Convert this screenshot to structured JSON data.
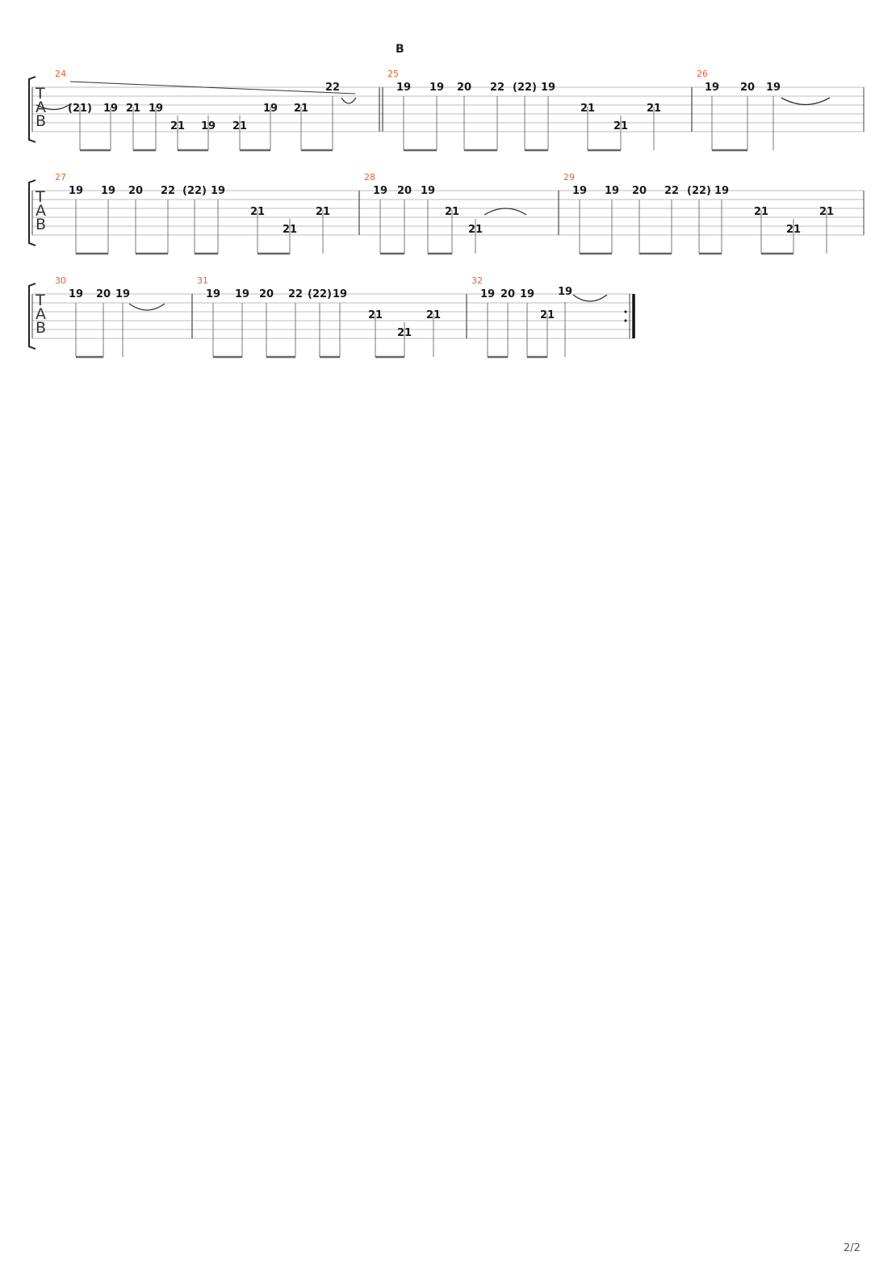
{
  "section_label": "B",
  "page_number": "2/2",
  "tab_clef": [
    "T",
    "A",
    "B"
  ],
  "systems": [
    {
      "measures": [
        {
          "number": "24",
          "notes": [
            {
              "fret": "(21)",
              "string": 2
            },
            {
              "fret": "19",
              "string": 2
            },
            {
              "fret": "21",
              "string": 2
            },
            {
              "fret": "19",
              "string": 2
            },
            {
              "fret": "21",
              "string": 3
            },
            {
              "fret": "19",
              "string": 3
            },
            {
              "fret": "21",
              "string": 3
            },
            {
              "fret": "19",
              "string": 2
            },
            {
              "fret": "21",
              "string": 2
            },
            {
              "fret": "22",
              "string": 1
            }
          ]
        },
        {
          "number": "25",
          "notes": [
            {
              "fret": "19",
              "string": 1
            },
            {
              "fret": "19",
              "string": 1
            },
            {
              "fret": "20",
              "string": 1
            },
            {
              "fret": "22",
              "string": 1
            },
            {
              "fret": "(22)",
              "string": 1
            },
            {
              "fret": "19",
              "string": 1
            },
            {
              "fret": "21",
              "string": 2
            },
            {
              "fret": "21",
              "string": 3
            },
            {
              "fret": "21",
              "string": 2
            }
          ]
        },
        {
          "number": "26",
          "notes": [
            {
              "fret": "19",
              "string": 1
            },
            {
              "fret": "20",
              "string": 1
            },
            {
              "fret": "19",
              "string": 1
            }
          ]
        }
      ]
    },
    {
      "measures": [
        {
          "number": "27",
          "notes": [
            {
              "fret": "19",
              "string": 1
            },
            {
              "fret": "19",
              "string": 1
            },
            {
              "fret": "20",
              "string": 1
            },
            {
              "fret": "22",
              "string": 1
            },
            {
              "fret": "(22)",
              "string": 1
            },
            {
              "fret": "19",
              "string": 1
            },
            {
              "fret": "21",
              "string": 2
            },
            {
              "fret": "21",
              "string": 3
            },
            {
              "fret": "21",
              "string": 2
            }
          ]
        },
        {
          "number": "28",
          "notes": [
            {
              "fret": "19",
              "string": 1
            },
            {
              "fret": "20",
              "string": 1
            },
            {
              "fret": "19",
              "string": 1
            },
            {
              "fret": "21",
              "string": 2
            },
            {
              "fret": "21",
              "string": 3
            }
          ]
        },
        {
          "number": "29",
          "notes": [
            {
              "fret": "19",
              "string": 1
            },
            {
              "fret": "19",
              "string": 1
            },
            {
              "fret": "20",
              "string": 1
            },
            {
              "fret": "22",
              "string": 1
            },
            {
              "fret": "(22)",
              "string": 1
            },
            {
              "fret": "19",
              "string": 1
            },
            {
              "fret": "21",
              "string": 2
            },
            {
              "fret": "21",
              "string": 3
            },
            {
              "fret": "21",
              "string": 2
            }
          ]
        }
      ]
    },
    {
      "measures": [
        {
          "number": "30",
          "notes": [
            {
              "fret": "19",
              "string": 1
            },
            {
              "fret": "20",
              "string": 1
            },
            {
              "fret": "19",
              "string": 1
            }
          ]
        },
        {
          "number": "31",
          "notes": [
            {
              "fret": "19",
              "string": 1
            },
            {
              "fret": "19",
              "string": 1
            },
            {
              "fret": "20",
              "string": 1
            },
            {
              "fret": "22",
              "string": 1
            },
            {
              "fret": "(22)",
              "string": 1
            },
            {
              "fret": "19",
              "string": 1
            },
            {
              "fret": "21",
              "string": 2
            },
            {
              "fret": "21",
              "string": 3
            },
            {
              "fret": "21",
              "string": 2
            }
          ]
        },
        {
          "number": "32",
          "notes": [
            {
              "fret": "19",
              "string": 1
            },
            {
              "fret": "20",
              "string": 1
            },
            {
              "fret": "19",
              "string": 1
            },
            {
              "fret": "21",
              "string": 2
            },
            {
              "fret": "19",
              "string": 0
            }
          ]
        }
      ]
    }
  ]
}
